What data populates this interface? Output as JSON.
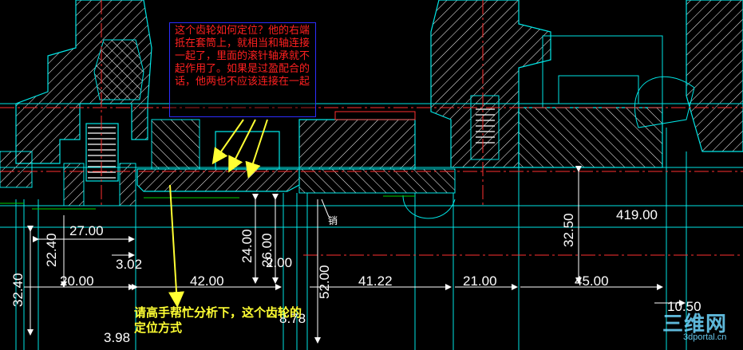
{
  "annotation_red": "这个齿轮如何定位？他的右端抵在套筒上，就相当和轴连接一起了，里面的滚针轴承就不起作用了。如果是过盈配合的话，他两也不应该连接在一起",
  "annotation_yellow": "请高手帮忙分析下，这个齿轮的定位方式",
  "part_label": "销",
  "dimensions": {
    "d27": "27.00",
    "d22": "22.40",
    "d32_left": "32.40",
    "d20": "20.00",
    "d3_02": "3.02",
    "d42": "42.00",
    "d24": "24.00",
    "d26": "26.00",
    "d2": "2.00",
    "d52": "52.00",
    "d41_22": "41.22",
    "d21": "21.00",
    "d32_50": "32.50",
    "d419": "419.00",
    "d45": "45.00",
    "d8_78": "8.78",
    "d3_98": "3.98",
    "d10_50": "10.50"
  },
  "watermark": {
    "main": "三维网",
    "sub": "3dportal.cn"
  },
  "colors": {
    "outline": "#00e5e5",
    "hatch": "#ffffff",
    "centerline": "#ff3030",
    "green": "#00d000",
    "note_red": "#ff2020",
    "note_yellow": "#ffff33",
    "note_border": "#2d2dff"
  }
}
